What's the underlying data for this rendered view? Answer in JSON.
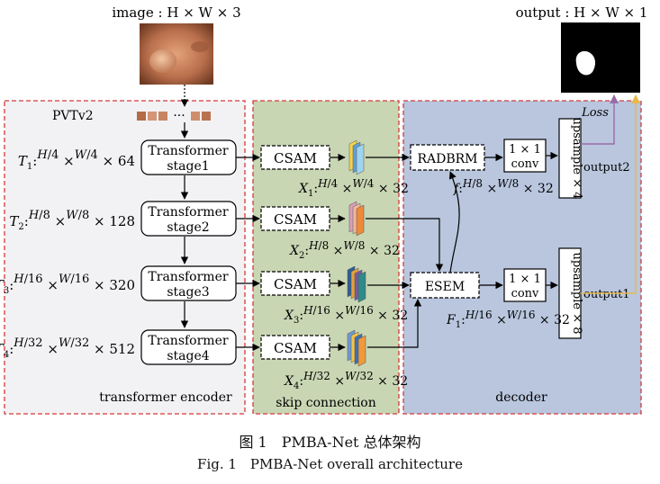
{
  "input_label": "image : H × W × 3",
  "output_label": "output : H × W × 1",
  "backbone_label": "PVTv2",
  "loss_label": "Loss",
  "stages": [
    {
      "t_label": "T",
      "t_sub": "1",
      "h_den": "4",
      "w_den": "4",
      "ch": "× 64",
      "name1": "Transformer",
      "name2": "stage1"
    },
    {
      "t_label": "T",
      "t_sub": "2",
      "h_den": "8",
      "w_den": "8",
      "ch": "× 128",
      "name1": "Transformer",
      "name2": "stage2"
    },
    {
      "t_label": "T",
      "t_sub": "3",
      "h_den": "16",
      "w_den": "16",
      "ch": "× 320",
      "name1": "Transformer",
      "name2": "stage3"
    },
    {
      "t_label": "T",
      "t_sub": "4",
      "h_den": "32",
      "w_den": "32",
      "ch": "× 512",
      "name1": "Transformer",
      "name2": "stage4"
    }
  ],
  "csam_label": "CSAM",
  "skip_features": [
    {
      "label": "X",
      "sub": "1",
      "h_den": "4",
      "w_den": "4",
      "ch": "× 32"
    },
    {
      "label": "X",
      "sub": "2",
      "h_den": "8",
      "w_den": "8",
      "ch": "× 32"
    },
    {
      "label": "X",
      "sub": "3",
      "h_den": "16",
      "w_den": "16",
      "ch": "× 32"
    },
    {
      "label": "X",
      "sub": "4",
      "h_den": "32",
      "w_den": "32",
      "ch": "× 32"
    }
  ],
  "radbrm_label": "RADBRM",
  "esem_label": "ESEM",
  "conv_top": "1 × 1",
  "conv_bottom": "conv",
  "upsample4": "upsample × 4",
  "upsample8": "upsample × 8",
  "output1": "output1",
  "output2": "output2",
  "f_feat": {
    "label": "f",
    "h_den": "8",
    "w_den": "8",
    "ch": "× 32"
  },
  "F1_feat": {
    "label": "F",
    "sub": "1",
    "h_den": "16",
    "w_den": "16",
    "ch": "× 32"
  },
  "letter_H": "H",
  "letter_W": "W",
  "times": "×",
  "colon": ":",
  "section_encoder": "transformer encoder",
  "section_skip": "skip connection",
  "section_decoder": "decoder",
  "caption_zh": "图 1　PMBA-Net 总体架构",
  "caption_en": "Fig. 1　PMBA-Net overall architecture",
  "colors": {
    "encoder_bg": "#f2f2f4",
    "skip_bg": "#c9d6b4",
    "decoder_bg": "#b9c6de",
    "border_red": "#d43a3a",
    "arrow_purple": "#9a6aa8",
    "arrow_yellow": "#e8b84a"
  }
}
